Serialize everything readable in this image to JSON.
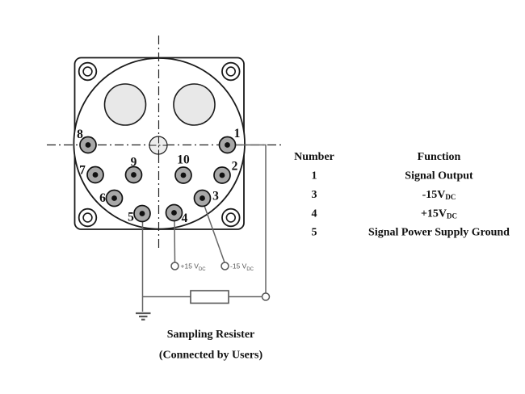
{
  "figure": {
    "pins": [
      {
        "label": "1"
      },
      {
        "label": "2"
      },
      {
        "label": "3"
      },
      {
        "label": "4"
      },
      {
        "label": "5"
      },
      {
        "label": "6"
      },
      {
        "label": "7"
      },
      {
        "label": "8"
      },
      {
        "label": "9"
      },
      {
        "label": "10"
      }
    ],
    "terminals": {
      "plus_label": "+15 V",
      "plus_sub": "DC",
      "minus_label": "-15 V",
      "minus_sub": "DC"
    },
    "captions": {
      "title": "Sampling Resister",
      "subtitle": "(Connected by Users)"
    }
  },
  "table": {
    "headers": {
      "number": "Number",
      "function": "Function"
    },
    "rows": [
      {
        "number": "1",
        "function": "Signal Output",
        "function_sub": ""
      },
      {
        "number": "3",
        "function": "-15V",
        "function_sub": "DC"
      },
      {
        "number": "4",
        "function": "+15V",
        "function_sub": "DC"
      },
      {
        "number": "5",
        "function": "Signal Power Supply Ground",
        "function_sub": ""
      }
    ]
  },
  "colors": {
    "pin_fill": "#a8a8a8",
    "guide_hole_fill": "#e8e8e8",
    "center_hole_fill": "#ededed",
    "wire": "#666666",
    "ink": "#111111"
  }
}
